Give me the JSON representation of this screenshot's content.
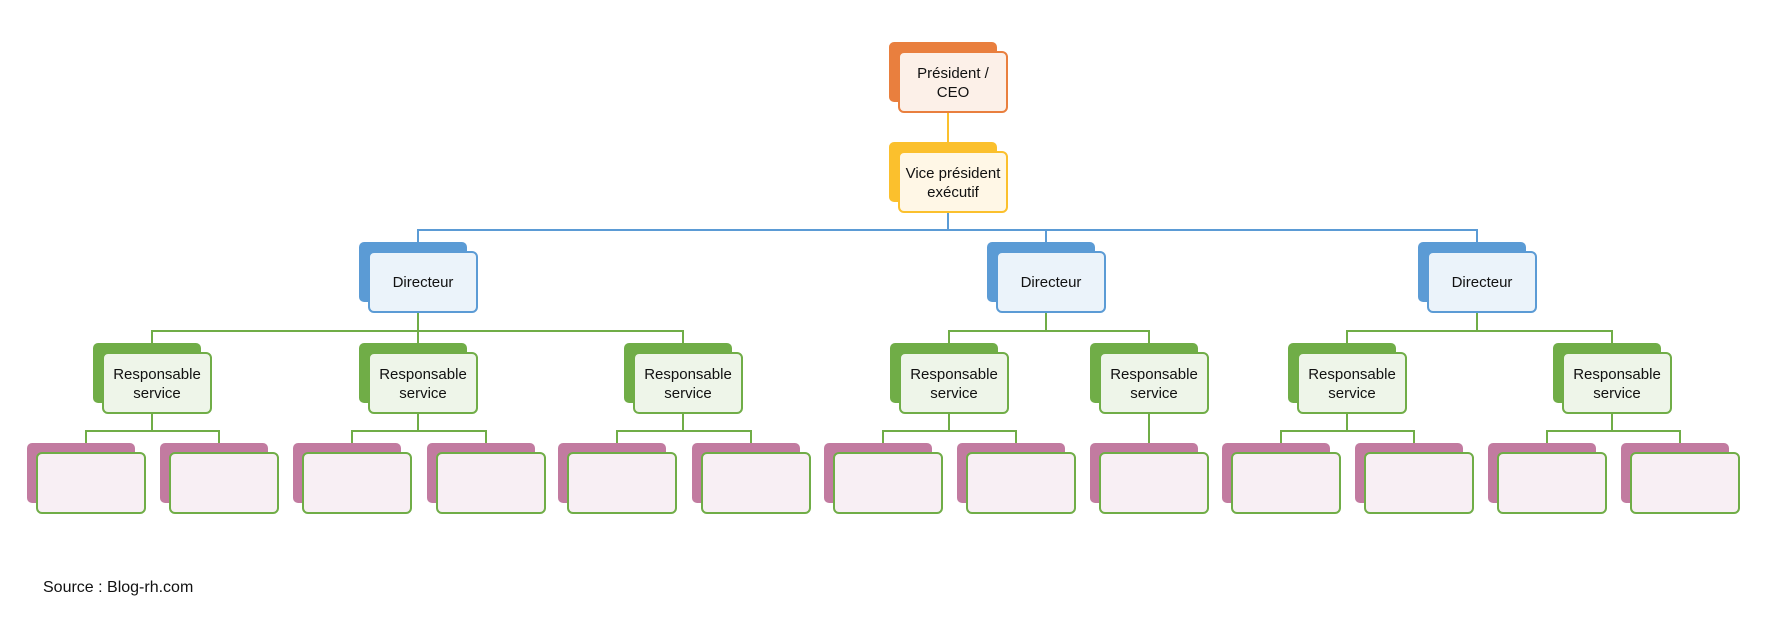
{
  "colors": {
    "ceo": "#E97F3E",
    "vp": "#FBC02D",
    "director": "#5B9BD5",
    "manager": "#70AD47",
    "staff": "#C27BA0",
    "staff_border": "#70AD47"
  },
  "ceo": {
    "line1": "Président /",
    "line2": "CEO"
  },
  "vp": {
    "line1": "Vice président",
    "line2": "exécutif"
  },
  "directors": [
    {
      "label": "Directeur",
      "managers": [
        {
          "line1": "Responsable",
          "line2": "service",
          "staff_count": 2
        },
        {
          "line1": "Responsable",
          "line2": "service",
          "staff_count": 2
        },
        {
          "line1": "Responsable",
          "line2": "service",
          "staff_count": 2
        }
      ]
    },
    {
      "label": "Directeur",
      "managers": [
        {
          "line1": "Responsable",
          "line2": "service",
          "staff_count": 2
        },
        {
          "line1": "Responsable",
          "line2": "service",
          "staff_count": 1
        }
      ]
    },
    {
      "label": "Directeur",
      "managers": [
        {
          "line1": "Responsable",
          "line2": "service",
          "staff_count": 2
        },
        {
          "line1": "Responsable",
          "line2": "service",
          "staff_count": 2
        }
      ]
    }
  ],
  "source": "Source : Blog-rh.com"
}
